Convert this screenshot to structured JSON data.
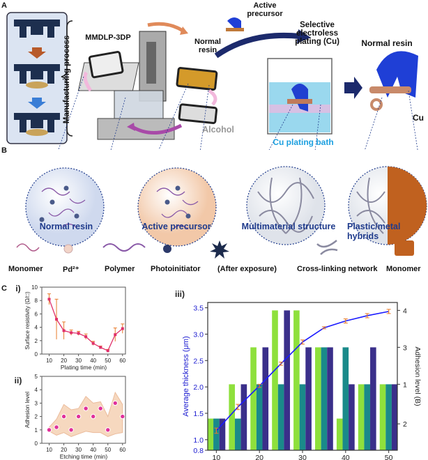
{
  "panels": {
    "a": "A",
    "b": "B",
    "c": "C"
  },
  "panelA": {
    "process_label": "Manufacturing process",
    "printer": "MMDLP-3DP",
    "normal_resin": "Normal\nresin",
    "active_precursor": "Active\nprecursor",
    "selective": "Selective\nelectroless\nplating (Cu)",
    "alcohol": "Alcohol",
    "bath": "Cu plating bath",
    "result_resin": "Normal resin",
    "cu": "Cu"
  },
  "panelB": {
    "labels": [
      "Normal resin",
      "Active precursor",
      "Multimaterial structure",
      "Plastic/metal\nhybrids"
    ],
    "legend": [
      "Monomer",
      "Pd²⁺",
      "Polymer",
      "Photoinitiator",
      "(After exposure)",
      "Cross-linking network",
      "Monomer"
    ]
  },
  "colors": {
    "blue": "#1c2a8c",
    "cu": "#b5651d",
    "green": "#8ee03c",
    "teal": "#1a8a8a",
    "navy": "#3a2f8a",
    "line": "#1a1aff",
    "err": "#e87a2a"
  },
  "chart_data": [
    {
      "id": "i",
      "label": "i)",
      "type": "line",
      "xlabel": "Plating time (min)",
      "ylabel": "Surface resistivity (Ω/□)",
      "xlim": [
        5,
        62
      ],
      "ylim": [
        0,
        10
      ],
      "xticks": [
        10,
        20,
        30,
        40,
        50,
        60
      ],
      "yticks": [
        0,
        2,
        4,
        6,
        8,
        10
      ],
      "x": [
        10,
        15,
        20,
        25,
        30,
        35,
        40,
        45,
        50,
        55,
        60
      ],
      "y": [
        8.2,
        5.2,
        3.5,
        3.2,
        3.1,
        2.6,
        1.6,
        1.0,
        0.5,
        2.9,
        3.8
      ],
      "err": [
        0.8,
        3.0,
        1.3,
        0.4,
        0.3,
        0.4,
        0.3,
        0.2,
        0.2,
        1.0,
        0.7
      ]
    },
    {
      "id": "ii",
      "label": "ii)",
      "type": "scatter",
      "xlabel": "Etching time (min)",
      "ylabel": "Adhesion level",
      "xlim": [
        5,
        62
      ],
      "ylim": [
        0,
        5
      ],
      "xticks": [
        10,
        20,
        30,
        40,
        50,
        60
      ],
      "yticks": [
        0,
        1,
        2,
        3,
        4,
        5
      ],
      "x": [
        10,
        15,
        20,
        25,
        30,
        35,
        40,
        45,
        50,
        55,
        60
      ],
      "y": [
        1,
        1.2,
        2,
        1,
        2,
        2.6,
        2,
        2.6,
        1,
        3,
        2
      ],
      "band_upper": [
        1.2,
        1.8,
        2.9,
        2.5,
        2.6,
        3.5,
        3.0,
        3.1,
        2.0,
        3.8,
        2.9
      ],
      "band_lower": [
        0.9,
        0.6,
        0.8,
        0.5,
        0.7,
        0.9,
        0.8,
        0.8,
        0.5,
        0.7,
        0.8
      ]
    },
    {
      "id": "iii",
      "label": "iii)",
      "type": "bar",
      "xlabel": "Plating  time (min)",
      "ylabel": "Average thickness (μm)",
      "ylabel_right": "Adhesion level (B)",
      "xlim": [
        8,
        52
      ],
      "ylim": [
        0.8,
        3.6
      ],
      "xticks": [
        10,
        20,
        30,
        40,
        50
      ],
      "yticks": [
        0.8,
        1.0,
        1.5,
        2.0,
        2.5,
        3.0,
        3.5
      ],
      "right_ticks": [
        {
          "label": "2",
          "value": 1.3
        },
        {
          "label": "1",
          "value": 2.05
        },
        {
          "label": "3",
          "value": 2.75
        },
        {
          "label": "4",
          "value": 3.45
        }
      ],
      "categories": [
        10,
        15,
        20,
        25,
        30,
        35,
        40,
        45,
        50
      ],
      "series": [
        {
          "values": [
            1.4,
            2.05,
            2.75,
            3.45,
            3.45,
            2.75,
            1.4,
            2.05,
            2.05
          ]
        },
        {
          "values": [
            1.4,
            1.4,
            2.05,
            2.05,
            2.05,
            2.75,
            2.75,
            2.05,
            2.05
          ]
        },
        {
          "values": [
            1.4,
            2.05,
            2.75,
            3.45,
            2.75,
            2.75,
            2.05,
            2.75,
            2.05
          ]
        }
      ],
      "line": {
        "x": [
          10,
          15,
          20,
          25,
          30,
          35,
          40,
          45,
          50
        ],
        "y": [
          1.17,
          1.62,
          2.02,
          2.44,
          2.85,
          3.12,
          3.25,
          3.35,
          3.43
        ],
        "err": [
          0.05,
          0.05,
          0.03,
          0.03,
          0.04,
          0.02,
          0.04,
          0.04,
          0.04
        ]
      }
    }
  ]
}
